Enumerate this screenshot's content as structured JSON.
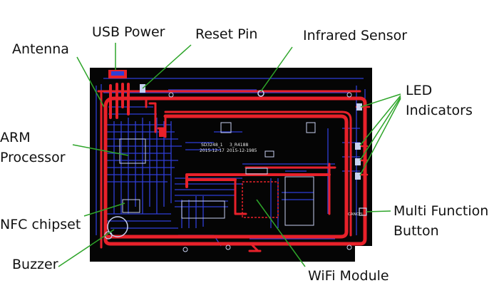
{
  "labels": {
    "usb_power": "USB Power",
    "reset_pin": "Reset Pin",
    "antenna": "Antenna",
    "infrared_sensor": "Infrared Sensor",
    "led_line1": "LED",
    "led_line2": "Indicators",
    "arm_line1": "ARM",
    "arm_line2": "Processor",
    "nfc_chipset": "NFC chipset",
    "buzzer": "Buzzer",
    "wifi_module": "WiFi Module",
    "mfb_line1": "Multi Function",
    "mfb_line2": "Button"
  },
  "silkscreen": {
    "board_id": "SD3248_1",
    "date_left": "2015-12-17",
    "board_rev": "3_R4188",
    "date_right": "2015-12-1985",
    "button_mark": "CANCEL"
  },
  "colors": {
    "board": "#050505",
    "red_trace": "#e8212a",
    "blue_trace": "#2f3fd6",
    "leader_line": "#2ea52a",
    "component": "#c8d0f0"
  }
}
